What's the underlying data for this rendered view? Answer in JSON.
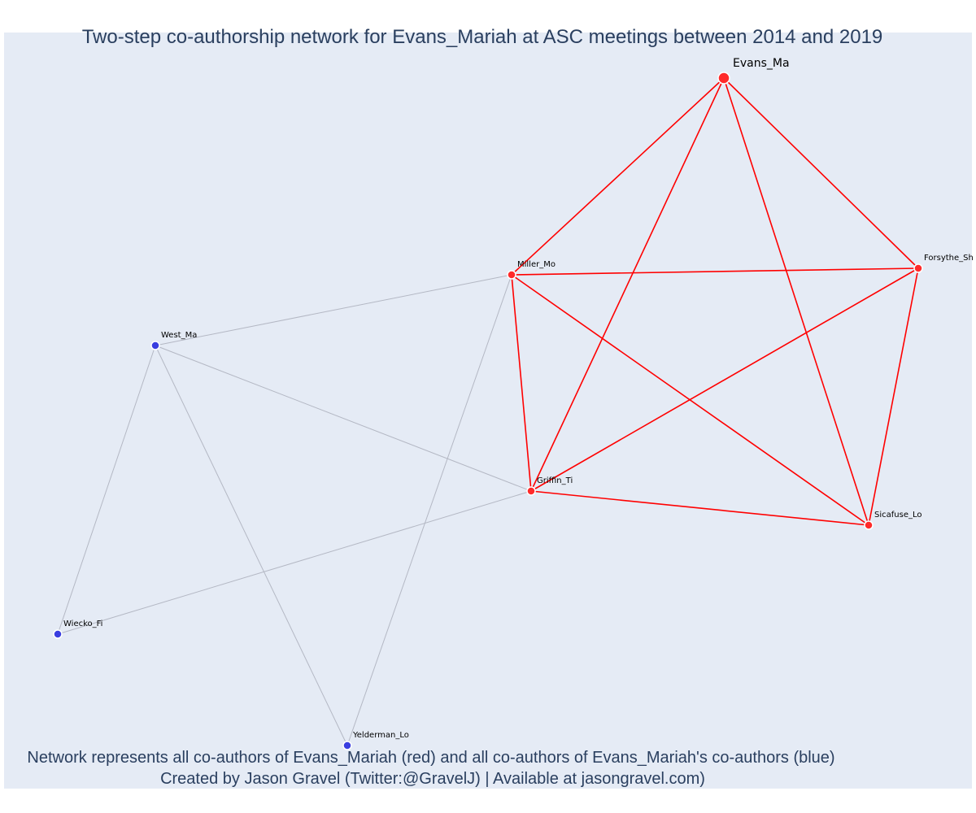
{
  "title": "Two-step co-authorship network for Evans_Mariah at ASC meetings between 2014 and 2019",
  "caption_line1": "Network represents all co-authors of Evans_Mariah (red) and all co-authors of Evans_Mariah's co-authors (blue)",
  "caption_line2": "Created by Jason Gravel (Twitter:@GravelJ) | Available at jasongravel.com)",
  "colors": {
    "background": "#e5ebf5",
    "title_text": "#2a3f5f",
    "red_node": "#ff2a2a",
    "blue_node": "#3a3ee0",
    "red_edge": "#ff0000",
    "gray_edge": "#b4b8c4"
  },
  "nodes": [
    {
      "id": "Evans_Ma",
      "label": "Evans_Ma",
      "group": "red",
      "ego": true
    },
    {
      "id": "Miller_Mo",
      "label": "Miller_Mo",
      "group": "red"
    },
    {
      "id": "Forsythe_Sh",
      "label": "Forsythe_Sh",
      "group": "red"
    },
    {
      "id": "Griffin_Ti",
      "label": "Griffin_Ti",
      "group": "red"
    },
    {
      "id": "Sicafuse_Lo",
      "label": "Sicafuse_Lo",
      "group": "red"
    },
    {
      "id": "West_Ma",
      "label": "West_Ma",
      "group": "blue"
    },
    {
      "id": "Wiecko_Fi",
      "label": "Wiecko_Fi",
      "group": "blue"
    },
    {
      "id": "Yelderman_Lo",
      "label": "Yelderman_Lo",
      "group": "blue"
    }
  ],
  "edges": [
    {
      "source": "Evans_Ma",
      "target": "Miller_Mo",
      "type": "red"
    },
    {
      "source": "Evans_Ma",
      "target": "Griffin_Ti",
      "type": "red"
    },
    {
      "source": "Evans_Ma",
      "target": "Forsythe_Sh",
      "type": "red"
    },
    {
      "source": "Evans_Ma",
      "target": "Sicafuse_Lo",
      "type": "red"
    },
    {
      "source": "Miller_Mo",
      "target": "Forsythe_Sh",
      "type": "red"
    },
    {
      "source": "Miller_Mo",
      "target": "Griffin_Ti",
      "type": "red"
    },
    {
      "source": "Miller_Mo",
      "target": "Sicafuse_Lo",
      "type": "red"
    },
    {
      "source": "Griffin_Ti",
      "target": "Forsythe_Sh",
      "type": "red"
    },
    {
      "source": "Griffin_Ti",
      "target": "Sicafuse_Lo",
      "type": "red"
    },
    {
      "source": "Forsythe_Sh",
      "target": "Sicafuse_Lo",
      "type": "red"
    },
    {
      "source": "West_Ma",
      "target": "Miller_Mo",
      "type": "gray"
    },
    {
      "source": "West_Ma",
      "target": "Griffin_Ti",
      "type": "gray"
    },
    {
      "source": "West_Ma",
      "target": "Wiecko_Fi",
      "type": "gray"
    },
    {
      "source": "West_Ma",
      "target": "Yelderman_Lo",
      "type": "gray"
    },
    {
      "source": "Wiecko_Fi",
      "target": "Griffin_Ti",
      "type": "gray"
    },
    {
      "source": "Yelderman_Lo",
      "target": "Miller_Mo",
      "type": "gray"
    }
  ]
}
